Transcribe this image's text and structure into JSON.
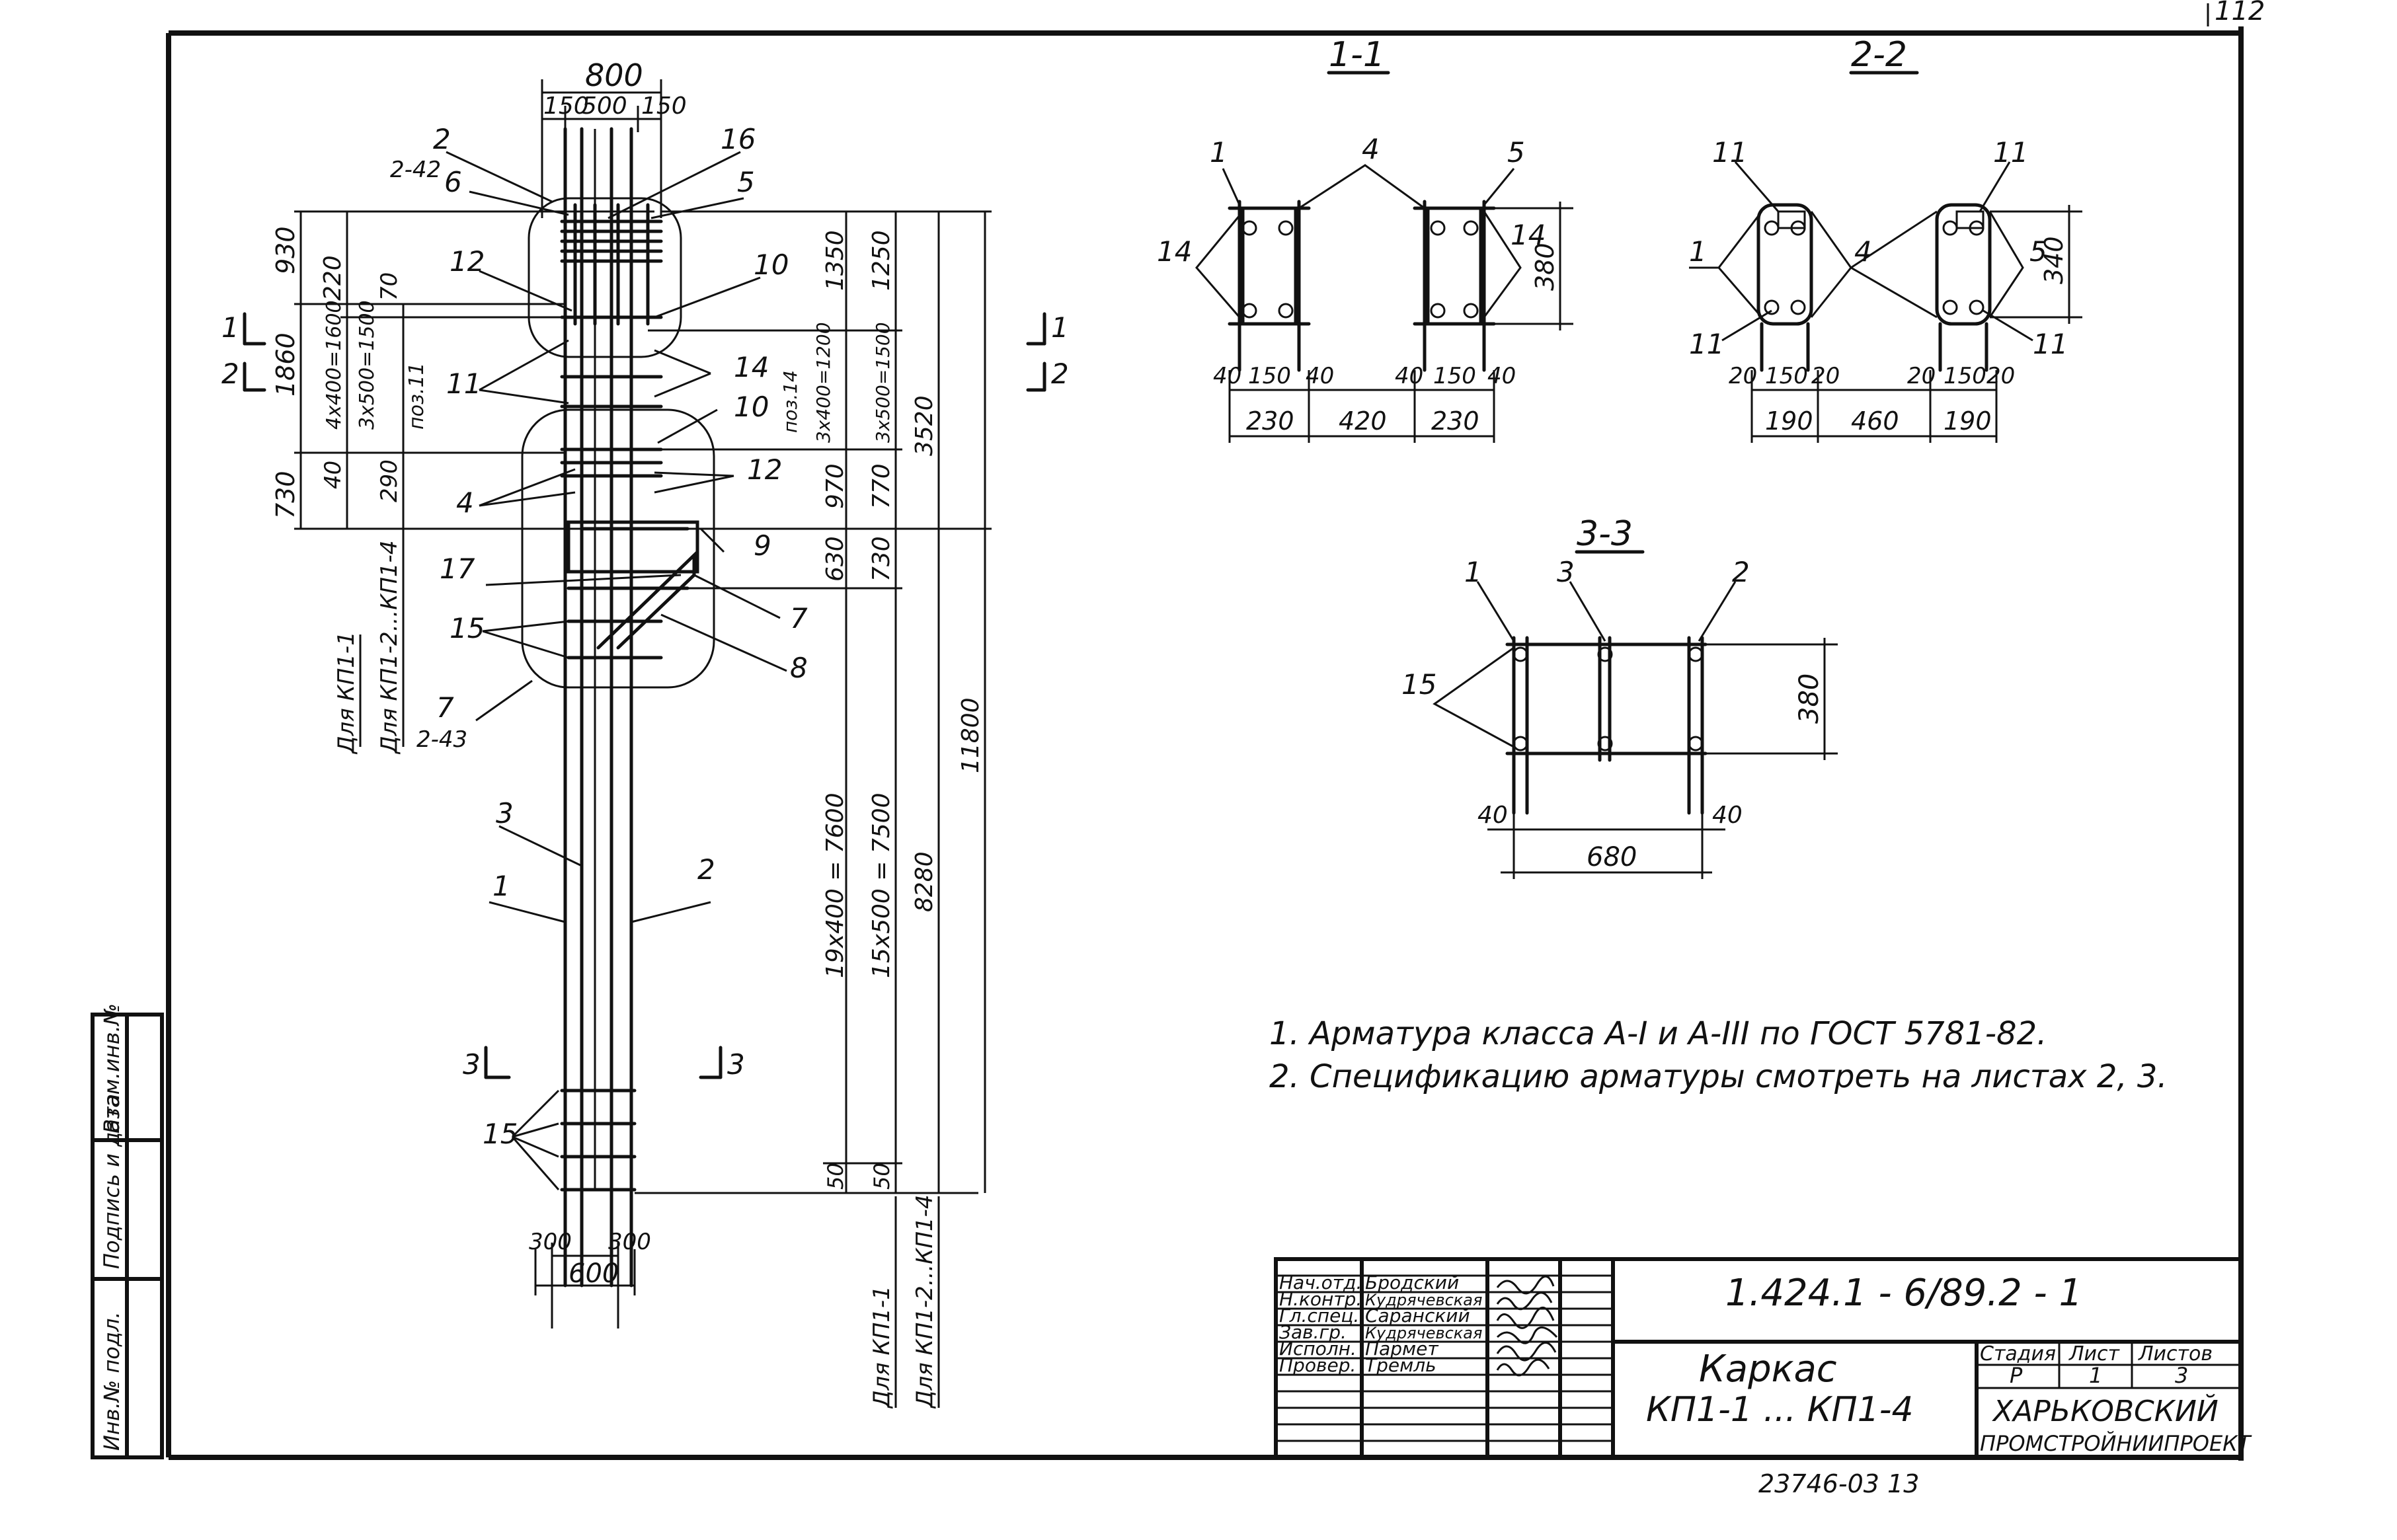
{
  "page_corner": "112",
  "left_strip": [
    "Инв.№ подл.",
    "Подпись и дата",
    "Взам.инв.№"
  ],
  "elevation": {
    "top": [
      "800",
      "150",
      "500",
      "150"
    ],
    "bottom": [
      "300",
      "300",
      "600"
    ],
    "left": [
      "930",
      "220",
      "70",
      "1860",
      "4x400=1600",
      "3x500=1500",
      "поз.11",
      "730",
      "40",
      "290"
    ],
    "right": [
      "1350",
      "1250",
      "3520",
      "поз.14",
      "3x400=1200",
      "3x500=1500",
      "970",
      "770",
      "630",
      "730",
      "19x400 = 7600",
      "15x500 = 7500",
      "8280",
      "11800",
      "50",
      "50"
    ],
    "callouts": [
      "2",
      "2-42",
      "6",
      "16",
      "5",
      "12",
      "10",
      "11",
      "14",
      "10",
      "4",
      "12",
      "9",
      "17",
      "7",
      "15",
      "8",
      "7",
      "2-43",
      "3",
      "1",
      "2",
      "15"
    ],
    "for_labels": [
      "Для КП1-1",
      "Для КП1-2...КП1-4"
    ],
    "cut_marks": [
      "1",
      "2",
      "1",
      "2",
      "3",
      "3"
    ]
  },
  "section_1_1": {
    "title": "1-1",
    "callouts": [
      "1",
      "4",
      "5",
      "14",
      "14"
    ],
    "dims": [
      "380",
      "40",
      "150",
      "40",
      "40",
      "150",
      "40",
      "230",
      "420",
      "230"
    ]
  },
  "section_2_2": {
    "title": "2-2",
    "callouts": [
      "11",
      "11",
      "1",
      "4",
      "5",
      "11",
      "11"
    ],
    "dims": [
      "340",
      "20",
      "150",
      "20",
      "20",
      "150",
      "20",
      "190",
      "460",
      "190"
    ]
  },
  "section_3_3": {
    "title": "3-3",
    "callouts": [
      "1",
      "3",
      "2",
      "15"
    ],
    "dims": [
      "380",
      "40",
      "40",
      "680"
    ]
  },
  "notes": [
    "1. Арматура класса А-I и А-III по ГОСТ 5781-82.",
    "2. Спецификацию арматуры смотреть на листах 2, 3."
  ],
  "title_block": {
    "staff": [
      {
        "role": "Нач.отд.",
        "name": "Бродский"
      },
      {
        "role": "Н.контр.",
        "name": "Кудрячевская"
      },
      {
        "role": "Гл.спец.",
        "name": "Саранский"
      },
      {
        "role": "Зав.гр.",
        "name": "Кудрячевская"
      },
      {
        "role": "Исполн.",
        "name": "Пармет"
      },
      {
        "role": "Провер.",
        "name": "Тремль"
      }
    ],
    "designation": "1.424.1 - 6/89.2 - 1",
    "title_line1": "Каркас",
    "title_line2": "КП1-1 ... КП1-4",
    "stage_label": "Стадия",
    "stage_value": "Р",
    "sheet_label": "Лист",
    "sheet_value": "1",
    "sheets_label": "Листов",
    "sheets_value": "3",
    "org_line1": "ХАРЬКОВСКИЙ",
    "org_line2": "ПРОМСТРОЙНИИПРОЕКТ",
    "footer": "23746-03     13"
  }
}
